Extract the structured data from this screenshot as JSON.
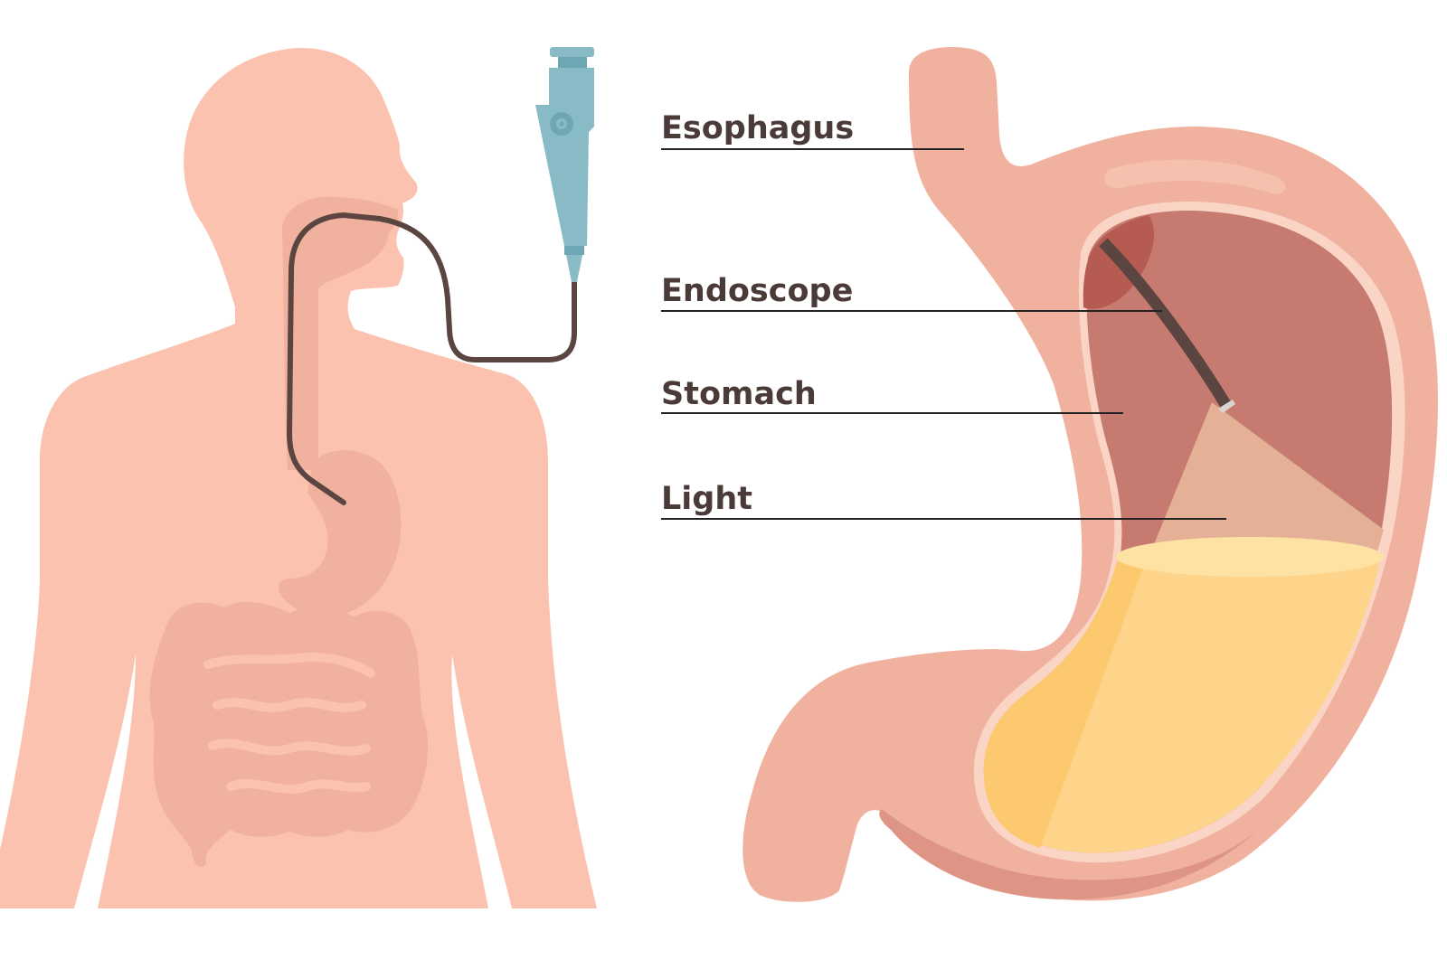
{
  "labels": {
    "esophagus": "Esophagus",
    "endoscope": "Endoscope",
    "stomach": "Stomach",
    "light": "Light"
  },
  "colors": {
    "skin": "#FBC3AF",
    "organ": "#F1B19F",
    "stomach_inner": "#C67A70",
    "fluid": "#FDD48A",
    "scope_body": "#89BBC7",
    "tube": "#5A4540",
    "light_beam": "#E5B196",
    "label_text": "#4A3B38"
  }
}
